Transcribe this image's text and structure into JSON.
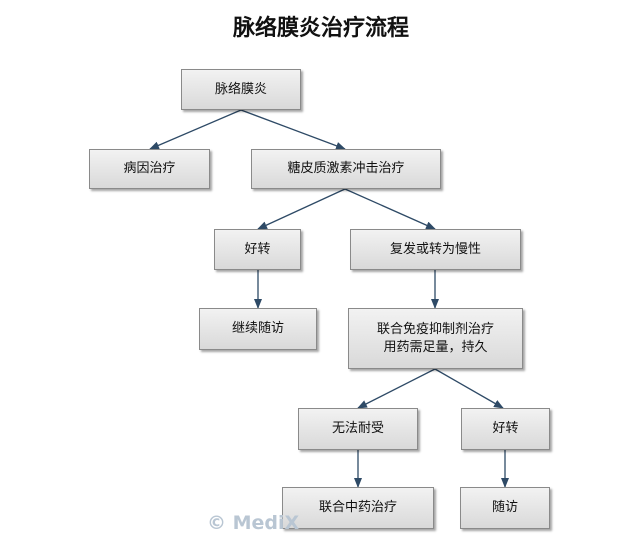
{
  "title": "脉络膜炎治疗流程",
  "nodes": {
    "root": "脉络膜炎",
    "etiology": "病因治疗",
    "steroid": "糖皮质激素冲击治疗",
    "improve1": "好转",
    "relapse": "复发或转为慢性",
    "follow1": "继续随访",
    "combo_line1": "联合免疫抑制剂治疗",
    "combo_line2": "用药需足量，持久",
    "intolerant": "无法耐受",
    "improve2": "好转",
    "tcm": "联合中药治疗",
    "follow2": "随访"
  },
  "watermark": "© MediX",
  "colors": {
    "edge": "#2e4a66",
    "node_border": "#8a8a8a"
  }
}
